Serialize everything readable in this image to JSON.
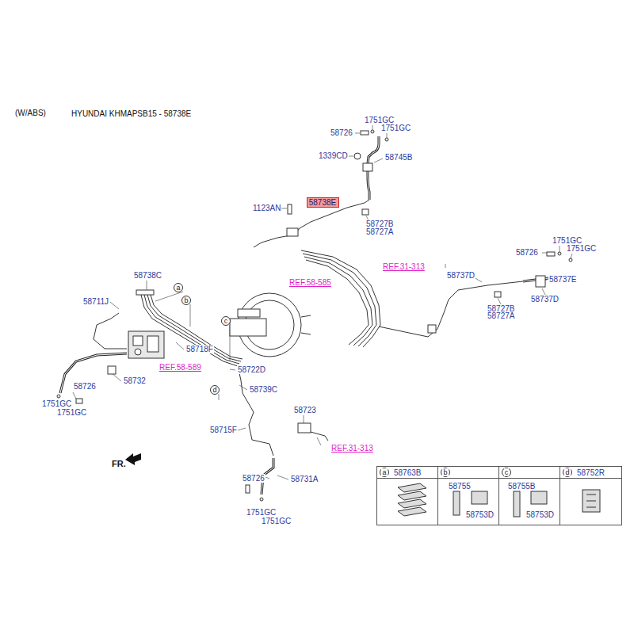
{
  "diagram": {
    "title": "HYUNDAI KHMAPSB15 - 58738E",
    "nodes": [
      {
        "text": [
          "58738E"
        ]
      },
      {
        "text": [
          "a"
        ]
      },
      {
        "text": [
          "b"
        ]
      },
      {
        "text": [
          "c"
        ]
      },
      {
        "text": [
          "d"
        ]
      },
      {
        "text": [
          "58763B"
        ]
      },
      {
        "text": [
          "a"
        ],
        "in": 5
      },
      {
        "text": [
          "58755",
          "58753D"
        ]
      },
      {
        "text": [
          "b"
        ],
        "in": 7
      },
      {
        "text": [
          "58755B",
          "58753D"
        ]
      },
      {
        "text": [
          "c"
        ],
        "in": 9
      },
      {
        "text": [
          "58752R"
        ]
      },
      {
        "text": [
          "d"
        ],
        "in": 11
      }
    ],
    "labels": [
      "(W/ABS)",
      "1751GC",
      "58726",
      "1751GC",
      "1339CD",
      "58745B",
      "1123AN",
      "58727B",
      "58727A",
      "REF.31-313",
      "1751GC",
      "58726",
      "1751GC",
      "58737D",
      "58737E",
      "58737D",
      "58727B",
      "58727A",
      "58738C",
      "58711J",
      "REF.58-585",
      "58718F",
      "REF.58-589",
      "58722D",
      "58732",
      "58726",
      "1751GC",
      "1751GC",
      "58739C",
      "58723",
      "58715F",
      "REF.31-313",
      "FR.",
      "58726",
      "58731A",
      "1751GC",
      "1751GC"
    ]
  }
}
